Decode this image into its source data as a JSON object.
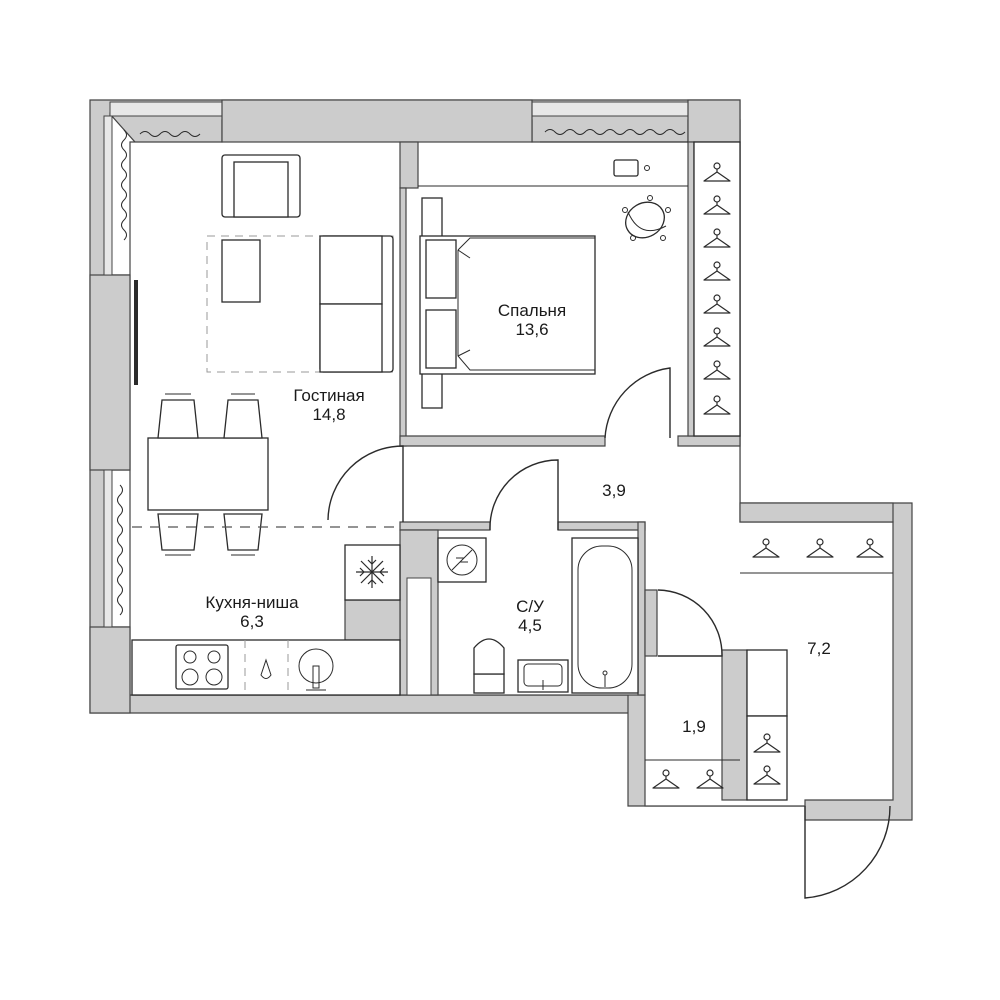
{
  "rooms": {
    "living": {
      "name": "Гостиная",
      "area": "14,8"
    },
    "bedroom": {
      "name": "Спальня",
      "area": "13,6"
    },
    "hall": {
      "area": "3,9"
    },
    "kitchen": {
      "name": "Кухня-ниша",
      "area": "6,3"
    },
    "bathroom": {
      "name": "С/У",
      "area": "4,5"
    },
    "closet": {
      "area": "1,9"
    },
    "entry": {
      "area": "7,2"
    }
  },
  "colors": {
    "wall": "#cccccc",
    "outline": "#444444",
    "furniture": "#2b2b2b"
  },
  "icons": [
    "hanger-icon",
    "snowflake-icon",
    "washing-machine-icon",
    "stove-icon",
    "sink-icon",
    "toilet-icon",
    "bathtub-icon",
    "curtain-icon"
  ]
}
